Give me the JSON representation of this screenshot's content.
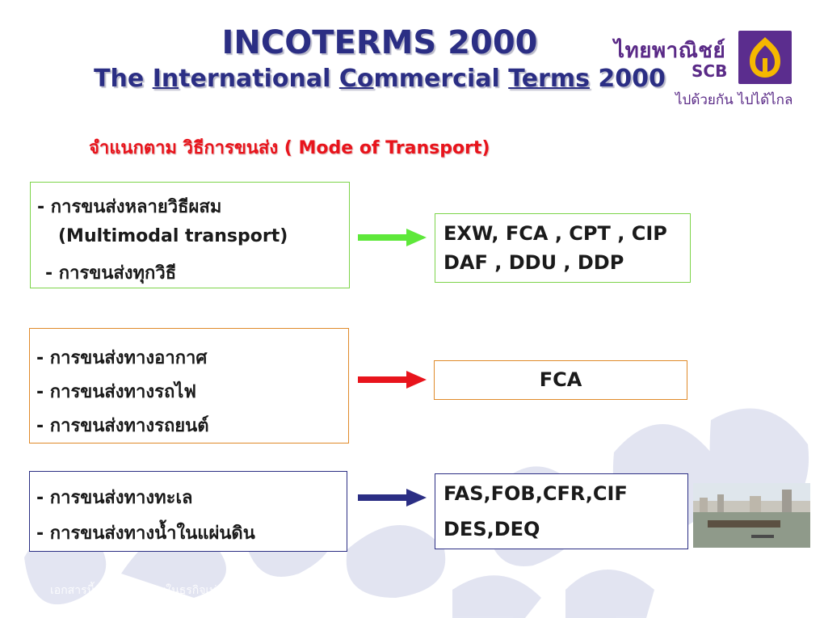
{
  "title": {
    "line1": "INCOTERMS 2000",
    "line2_parts": [
      "The ",
      "In",
      "ternational ",
      "Co",
      "mmercial ",
      "Terms",
      " 2000"
    ]
  },
  "logo": {
    "thai_name": "ไทยพาณิชย์",
    "abbrev": "SCB",
    "slogan": "ไปด้วยกัน ไปได้ไกล",
    "brand_color": "#5b2d8e",
    "accent_color": "#f5b800"
  },
  "subtitle": "จำแนกตาม วิธีการขนส่ง ( Mode of Transport)",
  "groups": [
    {
      "lines": [
        "-  การขนส่งหลายวิธีผสม",
        "(Multimodal transport)",
        "- การขนส่งทุกวิธี"
      ],
      "arrow_color": "#5ee83a",
      "terms": [
        "EXW, FCA , CPT , CIP",
        "DAF , DDU , DDP"
      ]
    },
    {
      "lines": [
        "-  การขนส่งทางอากาศ",
        "-  การขนส่งทางรถไฟ",
        "-  การขนส่งทางรถยนต์"
      ],
      "arrow_color": "#e8141c",
      "terms": [
        "FCA"
      ]
    },
    {
      "lines": [
        "-  การขนส่งทางทะเล",
        "-  การขนส่งทางน้ำในแผ่นดิน"
      ],
      "arrow_color": "#2b2e84",
      "terms": [
        "FAS,FOB,CFR,CIF",
        "DES,DEQ"
      ]
    }
  ],
  "footer": "เอกสารนี้สำหรับ ใช้ภายในธุรกิจเท่านั้น ห้าม"
}
